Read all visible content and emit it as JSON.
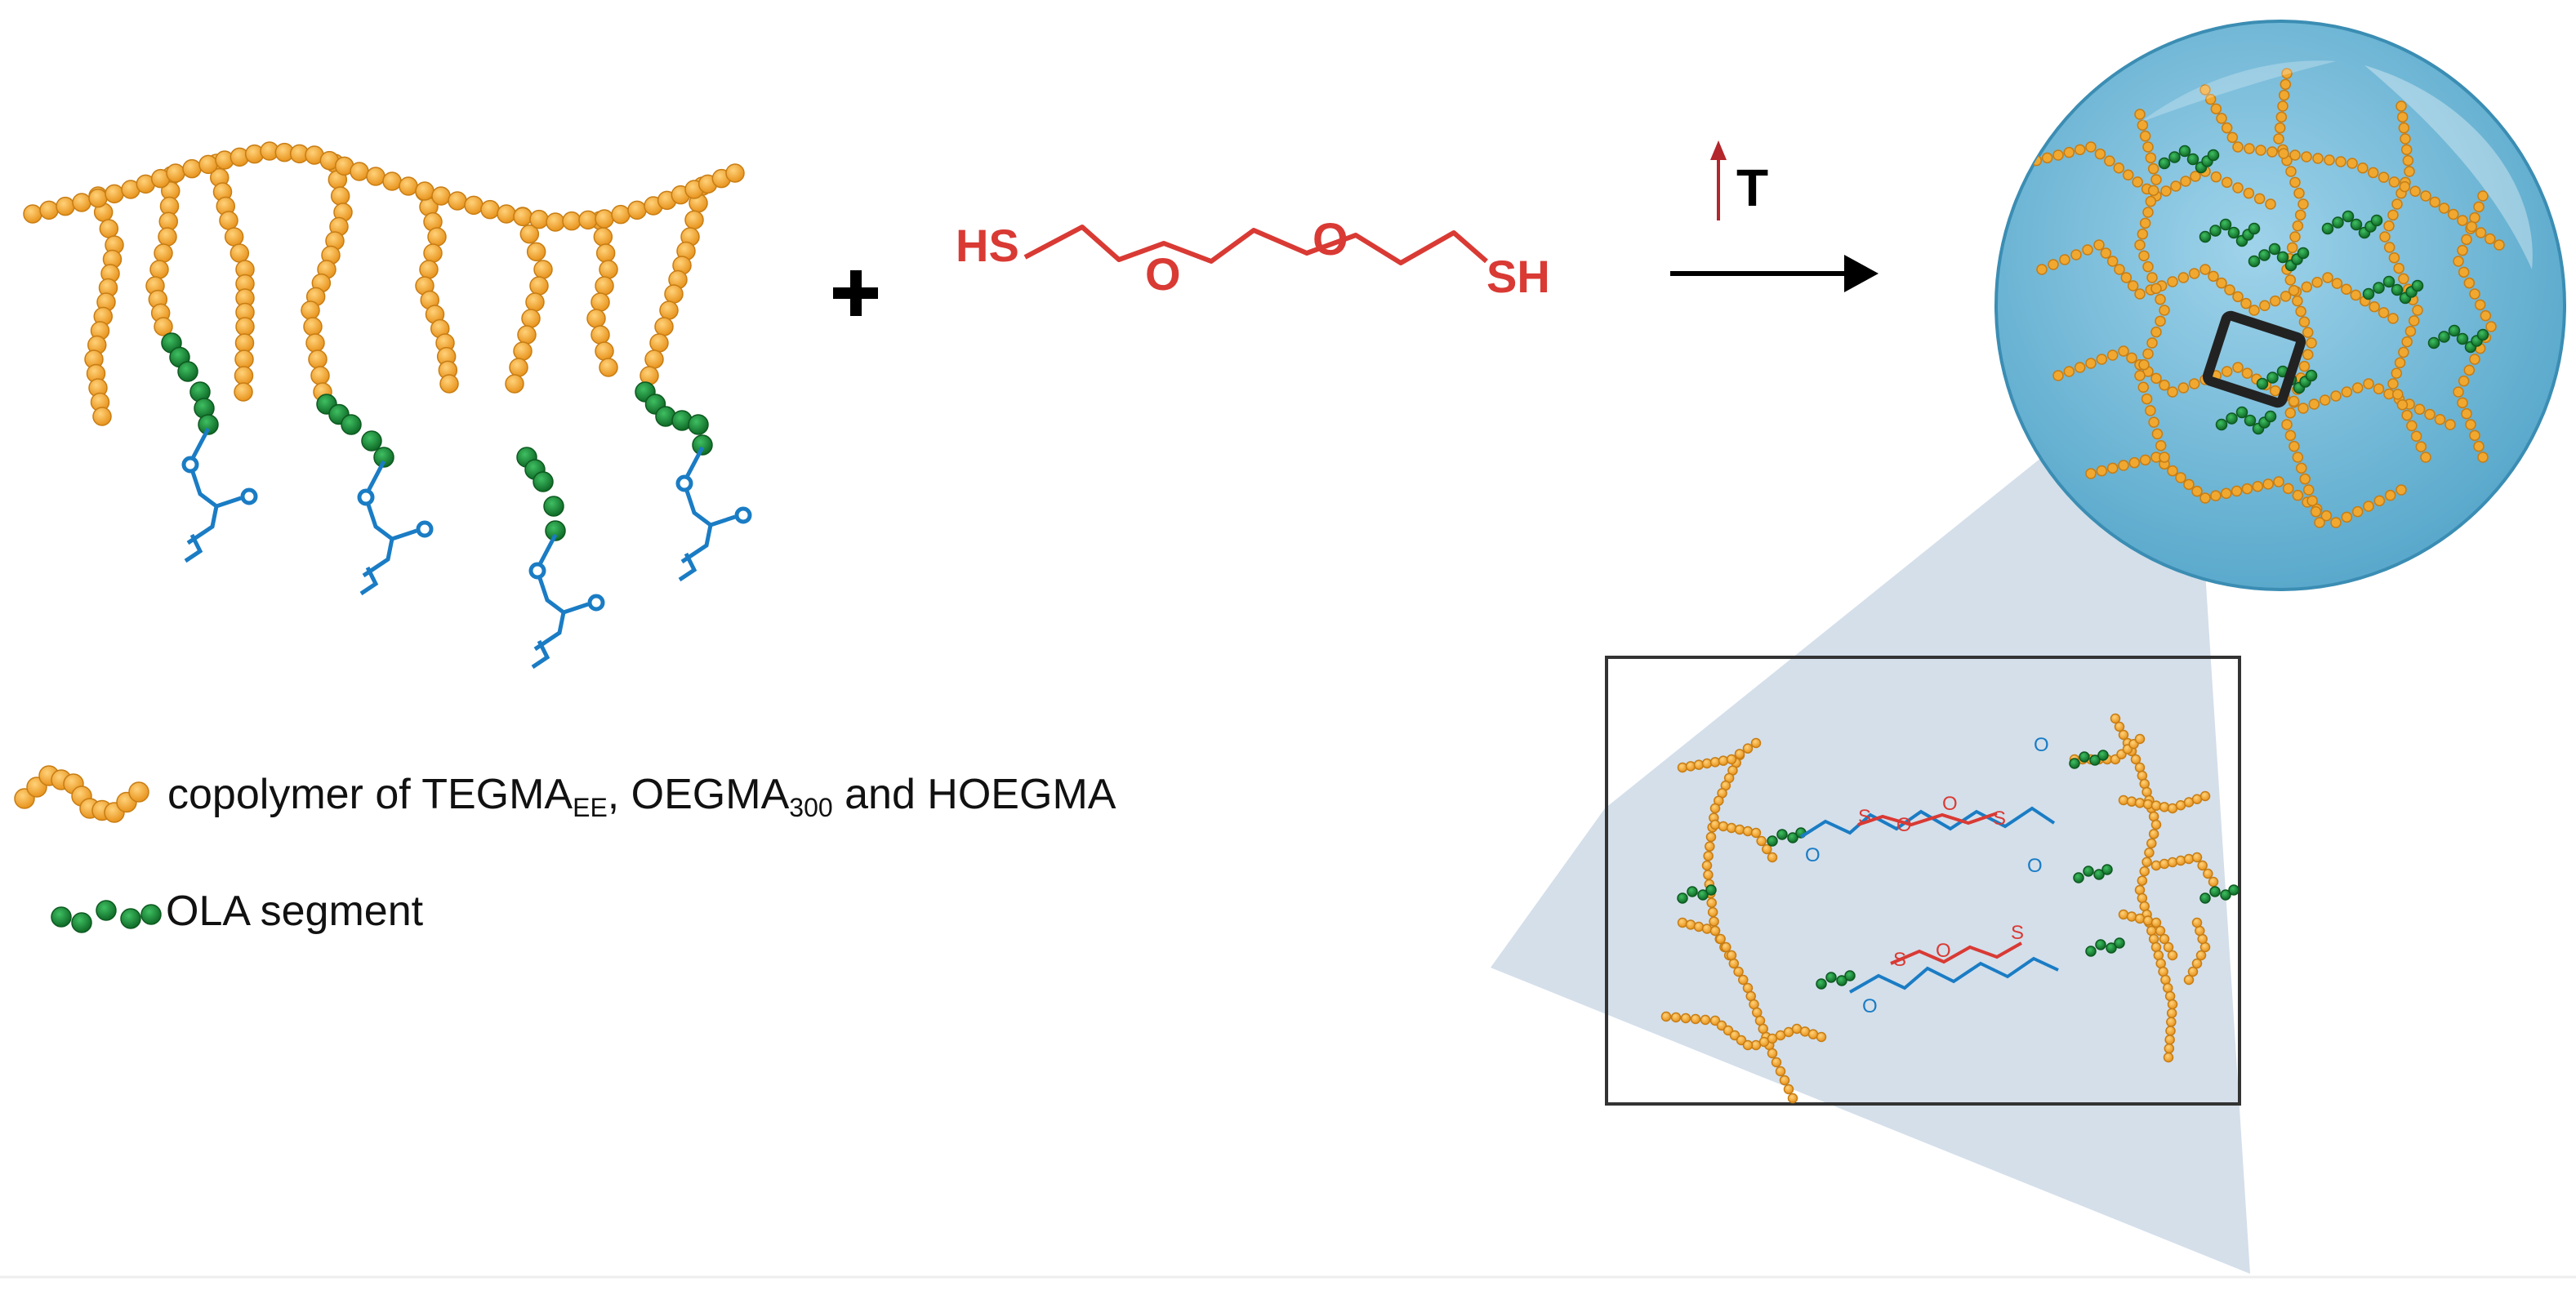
{
  "reactant_thiol": {
    "left_group": "HS",
    "right_group": "SH",
    "oxygen_1": "O",
    "oxygen_2": "O"
  },
  "condition": {
    "symbol": "T"
  },
  "legend": {
    "copolymer_label_prefix": "copolymer of TEGMA",
    "copolymer_sub_1": "EE",
    "copolymer_mid": ", OEGMA",
    "copolymer_sub_2": "300",
    "copolymer_suffix": " and HOEGMA",
    "ola_label": "OLA segment"
  },
  "colors": {
    "copolymer": "#f0a830",
    "copolymer_edge": "#c77d14",
    "ola": "#1f8a3a",
    "ola_edge": "#0d5a20",
    "acrylate": "#1a7cc4",
    "thiol": "#d93a34",
    "hydrogel": "#7cc3df",
    "zoom_cone": "#cdd9e6"
  },
  "inset": {
    "carbonyl_o": "O",
    "sulfur": "S",
    "ether_o": "O"
  }
}
